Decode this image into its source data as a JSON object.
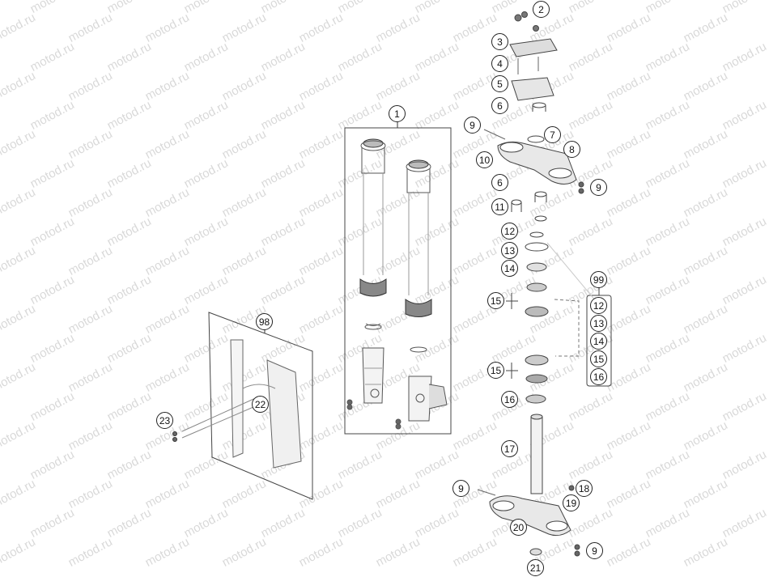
{
  "watermark": "motod.ru",
  "callouts": {
    "c1": "1",
    "c2": "2",
    "c3": "3",
    "c4": "4",
    "c5": "5",
    "c6a": "6",
    "c6b": "6",
    "c7": "7",
    "c8": "8",
    "c9a": "9",
    "c9b": "9",
    "c9c": "9",
    "c9d": "9",
    "c10": "10",
    "c11": "11",
    "c12": "12",
    "c13": "13",
    "c14": "14",
    "c15a": "15",
    "c15b": "15",
    "c16": "16",
    "c17": "17",
    "c18": "18",
    "c19": "19",
    "c20": "20",
    "c21": "21",
    "c22": "22",
    "c23": "23",
    "c98": "98",
    "c99": "99"
  },
  "kit_99": {
    "label": "99",
    "items": [
      "12",
      "13",
      "14",
      "15",
      "16"
    ]
  }
}
